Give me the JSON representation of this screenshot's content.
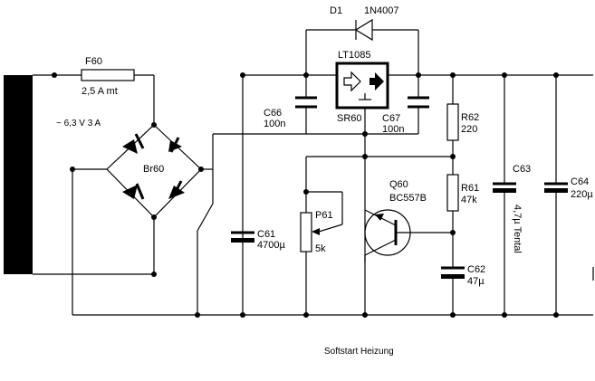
{
  "caption": "Softstart Heizung",
  "components": {
    "transformer": {
      "label": "~ 6,3 V   3 A"
    },
    "fuse": {
      "ref": "F60",
      "value": "2,5 A mt"
    },
    "bridge": {
      "ref": "Br60"
    },
    "diode": {
      "ref": "D1",
      "value": "1N4007"
    },
    "regulator": {
      "ref": "LT1085",
      "sub": "SR60"
    },
    "c66": {
      "ref": "C66",
      "value": "100n"
    },
    "c67": {
      "ref": "C67",
      "value": "100n"
    },
    "c61": {
      "ref": "C61",
      "value": "4700µ"
    },
    "p61": {
      "ref": "P61",
      "value": "5k"
    },
    "q60": {
      "ref": "Q60",
      "value": "BC557B"
    },
    "r62": {
      "ref": "R62",
      "value": "220"
    },
    "r61": {
      "ref": "R61",
      "value": "47k"
    },
    "c62": {
      "ref": "C62",
      "value": "47µ"
    },
    "c63": {
      "ref": "C63",
      "value": "4,7µ Tental"
    },
    "c64": {
      "ref": "C64",
      "value": "220µ"
    }
  },
  "colors": {
    "line": "#000000",
    "background": "#ffffff"
  }
}
